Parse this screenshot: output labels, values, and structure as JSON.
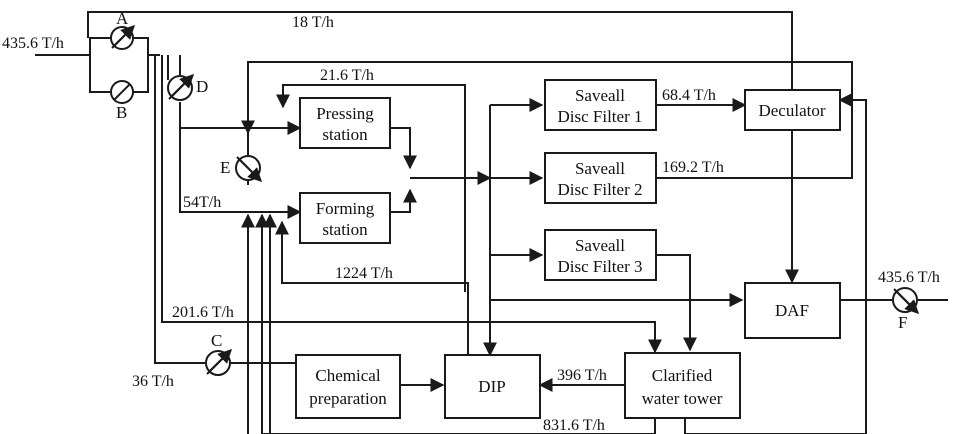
{
  "blocks": {
    "pressing": [
      "Pressing",
      "station"
    ],
    "forming": [
      "Forming",
      "station"
    ],
    "saveall1": [
      "Saveall",
      "Disc Filter 1"
    ],
    "saveall2": [
      "Saveall",
      "Disc Filter 2"
    ],
    "saveall3": [
      "Saveall",
      "Disc Filter 3"
    ],
    "deculator": "Deculator",
    "daf": "DAF",
    "dip": "DIP",
    "chemical": [
      "Chemical",
      "preparation"
    ],
    "clarified": [
      "Clarified",
      "water tower"
    ]
  },
  "flows": {
    "inlet": "435.6 T/h",
    "top": "18 T/h",
    "f216": "21.6 T/h",
    "f684": "68.4 T/h",
    "f1692": "169.2 T/h",
    "f54": "54T/h",
    "f1224": "1224 T/h",
    "f2016": "201.6 T/h",
    "f36": "36 T/h",
    "f396": "396 T/h",
    "f8316": "831.6 T/h",
    "outlet": "435.6 T/h"
  },
  "valves": {
    "a": "A",
    "b": "B",
    "c": "C",
    "d": "D",
    "e": "E",
    "f": "F"
  }
}
